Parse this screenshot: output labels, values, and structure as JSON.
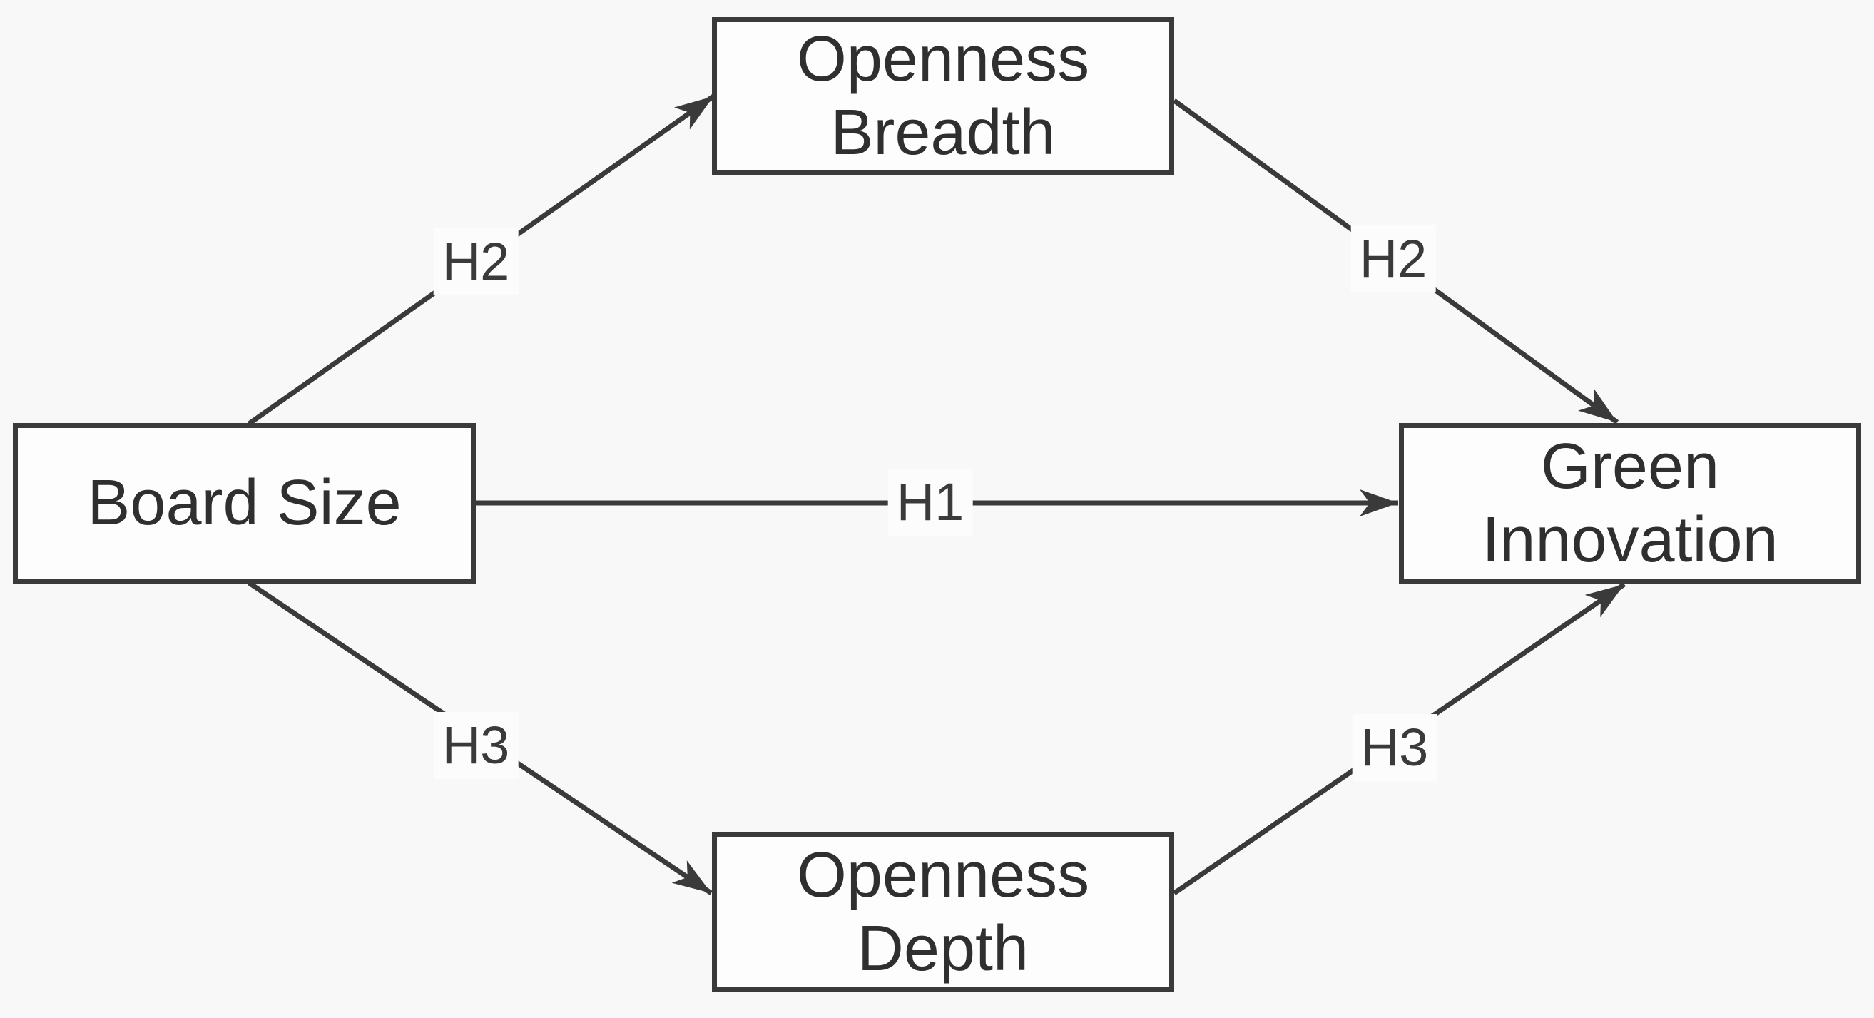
{
  "diagram": {
    "type": "research-model-diagram",
    "background_color": "#f8f8f8",
    "line_color": "#3a3a3a",
    "node_fill_color": "#fdfdfd",
    "nodes": {
      "board_size": {
        "label": "Board Size"
      },
      "openness_breadth": {
        "label": "Openness Breadth"
      },
      "green_innovation": {
        "label": "Green Innovation"
      },
      "openness_depth": {
        "label": "Openness Depth"
      }
    },
    "edges": {
      "h1": {
        "label": "H1",
        "from": "Board Size",
        "to": "Green Innovation"
      },
      "h2_left": {
        "label": "H2",
        "from": "Board Size",
        "to": "Openness Breadth"
      },
      "h2_right": {
        "label": "H2",
        "from": "Openness Breadth",
        "to": "Green Innovation"
      },
      "h3_left": {
        "label": "H3",
        "from": "Board Size",
        "to": "Openness Depth"
      },
      "h3_right": {
        "label": "H3",
        "from": "Openness Depth",
        "to": "Green Innovation"
      }
    }
  }
}
